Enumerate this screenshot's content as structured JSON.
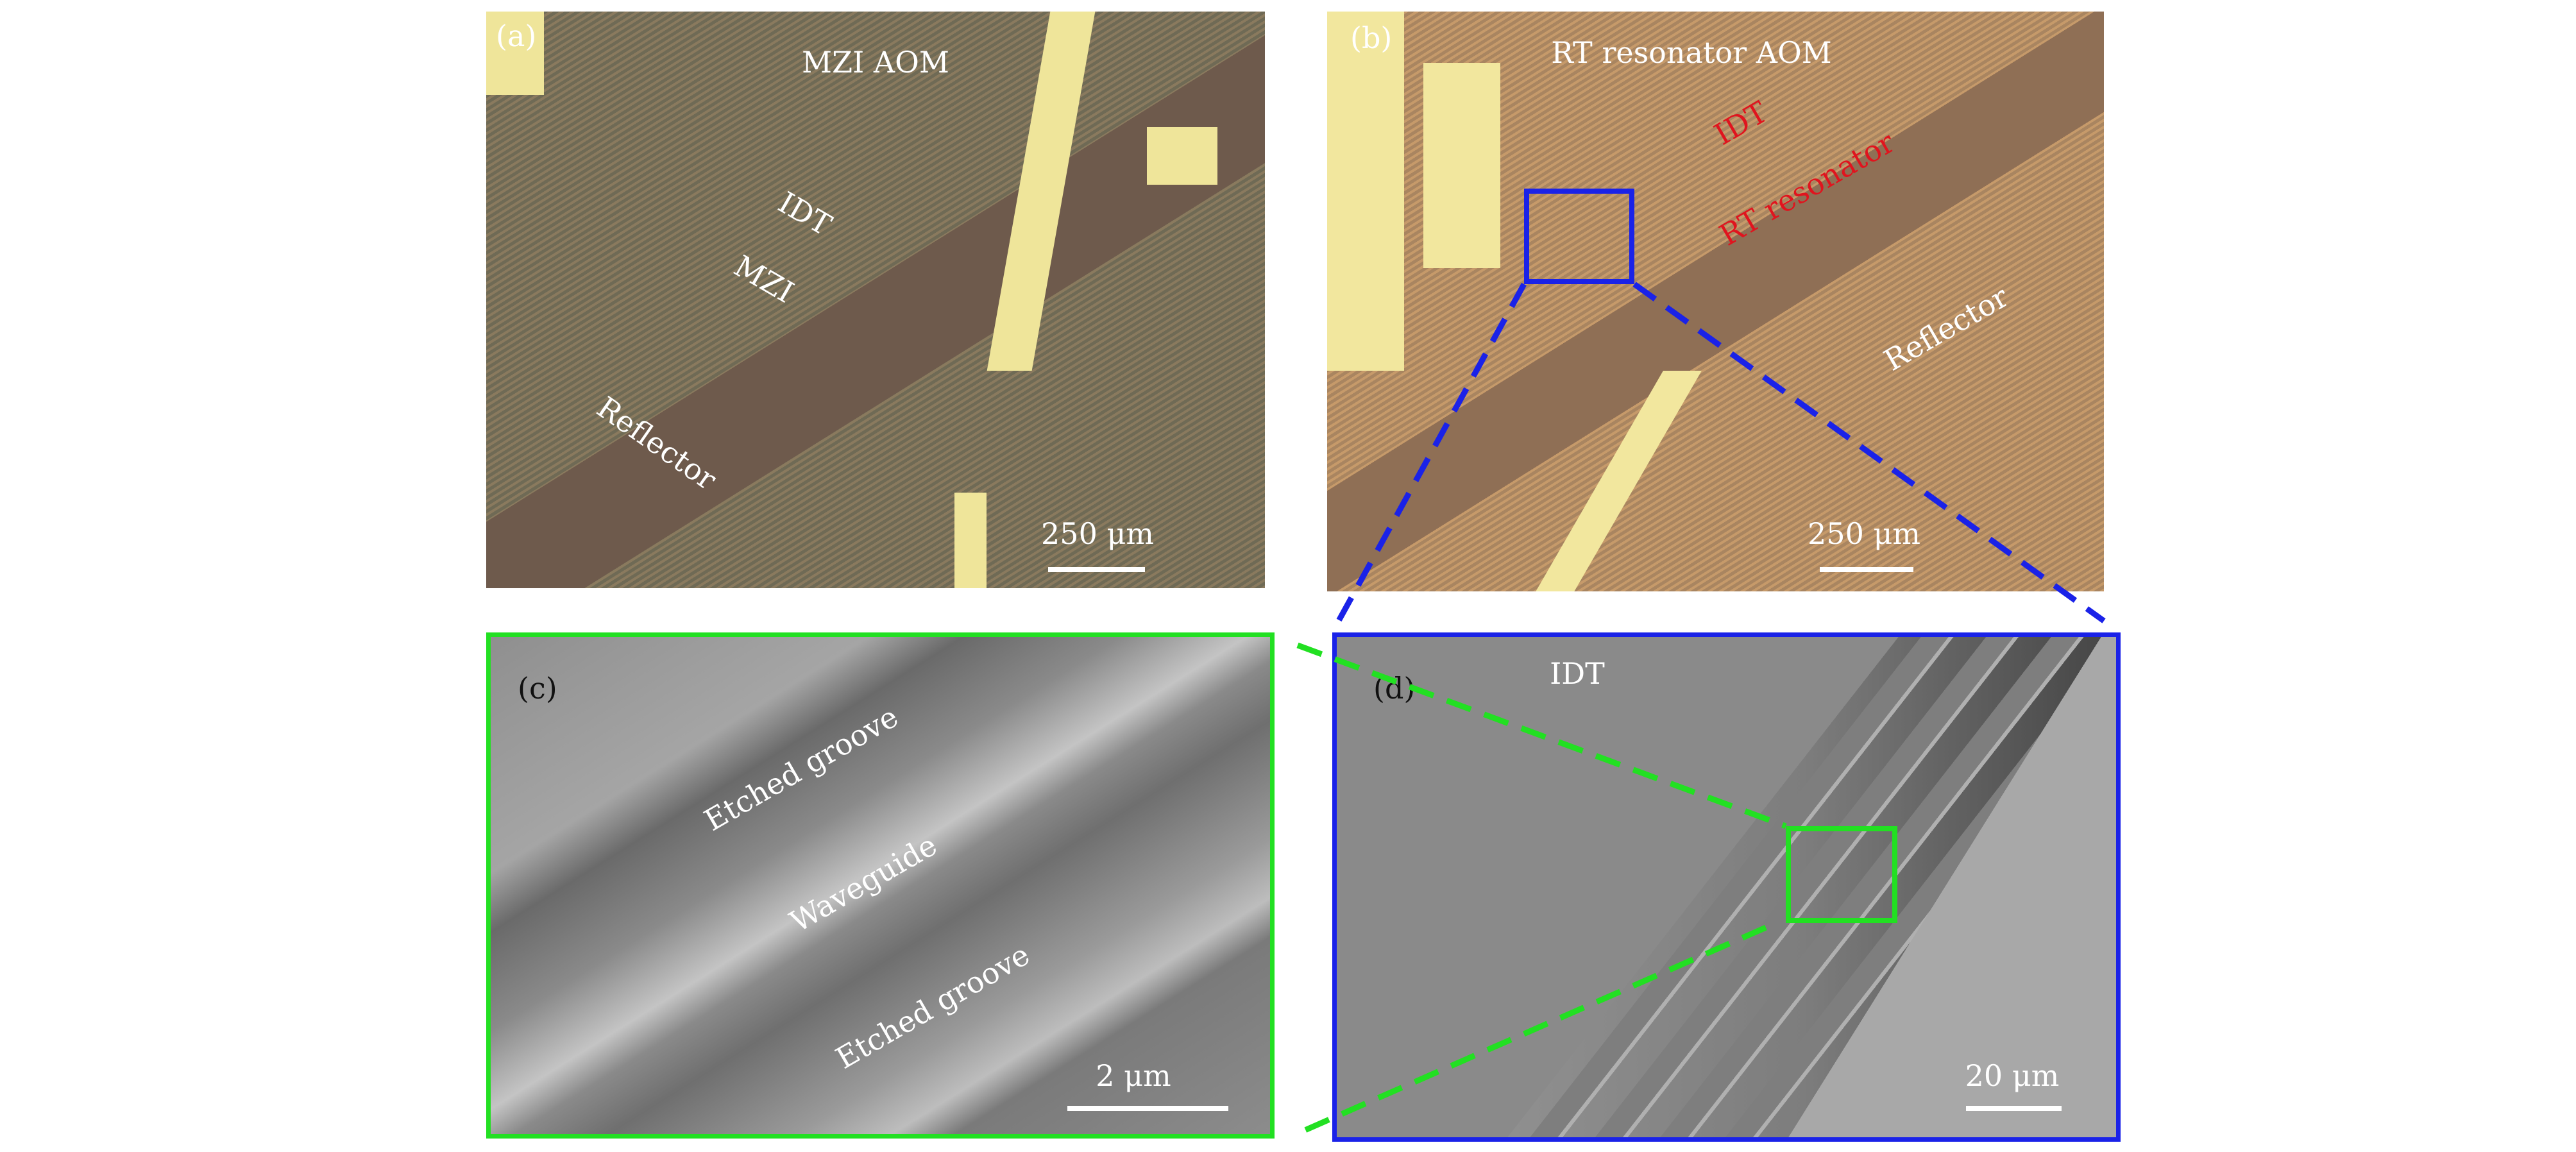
{
  "panels": {
    "a": {
      "label": "(a)",
      "title": "MZI AOM",
      "idt": "IDT",
      "mzi": "MZI",
      "reflector": "Reflector",
      "scale": "250 μm"
    },
    "b": {
      "label": "(b)",
      "title": "RT resonator AOM",
      "idt": "IDT",
      "resonator": "RT resonator",
      "reflector": "Reflector",
      "scale": "250 μm"
    },
    "c": {
      "label": "(c)",
      "groove_top": "Etched groove",
      "waveguide": "Waveguide",
      "groove_bottom": "Etched groove",
      "scale": "2 μm"
    },
    "d": {
      "label": "(d)",
      "idt": "IDT",
      "scale": "20 μm"
    }
  },
  "colors": {
    "blue": "#1a22e8",
    "green": "#22e022",
    "red": "#e0141e"
  }
}
